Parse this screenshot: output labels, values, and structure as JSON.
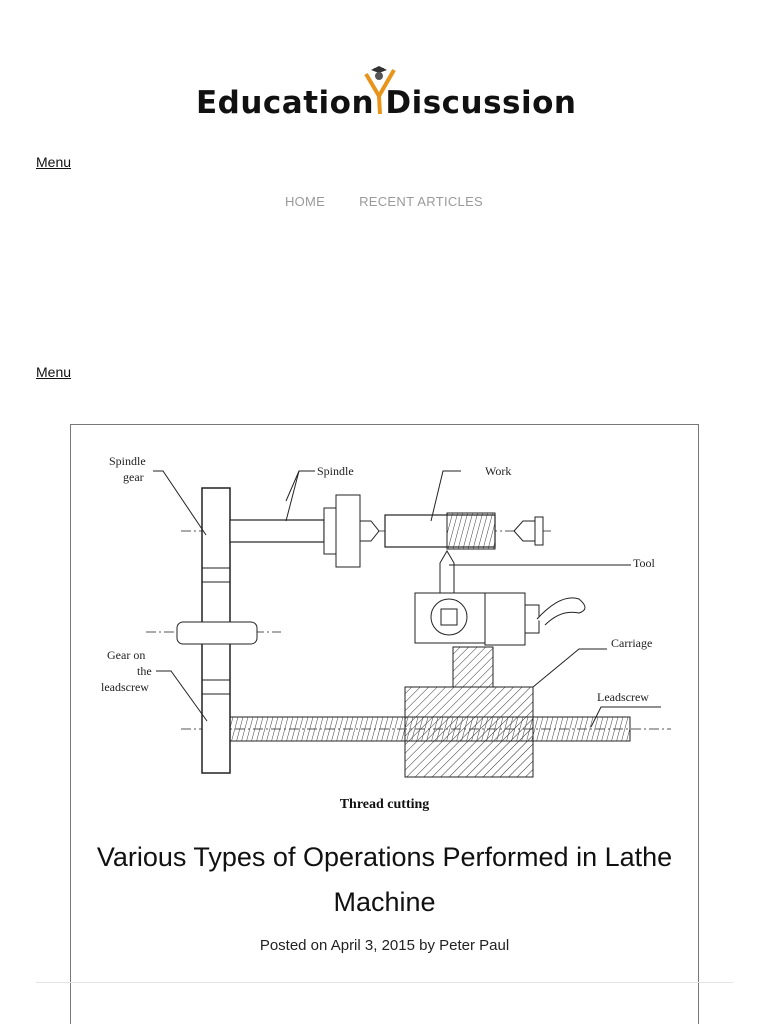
{
  "site": {
    "logo_text": "Education Discussion"
  },
  "menu_toggle_top": "Menu",
  "menu_toggle_bottom": "Menu",
  "nav": {
    "items": [
      "HOME",
      "RECENT ARTICLES"
    ]
  },
  "article": {
    "figure_labels": {
      "spindle_gear": "Spindle gear",
      "spindle": "Spindle",
      "work": "Work",
      "tool": "Tool",
      "carriage": "Carriage",
      "gear_on_leadscrew": "Gear on the leadscrew",
      "leadscrew": "Leadscrew"
    },
    "figure_caption": "Thread cutting",
    "title": "Various Types of Operations Performed in Lathe Machine",
    "posted_prefix": "Posted on",
    "date": "April 3, 2015",
    "by": "by",
    "author": "Peter Paul"
  },
  "colors": {
    "nav_text": "#9a9a9a",
    "logo_accent": "#e8941a"
  }
}
